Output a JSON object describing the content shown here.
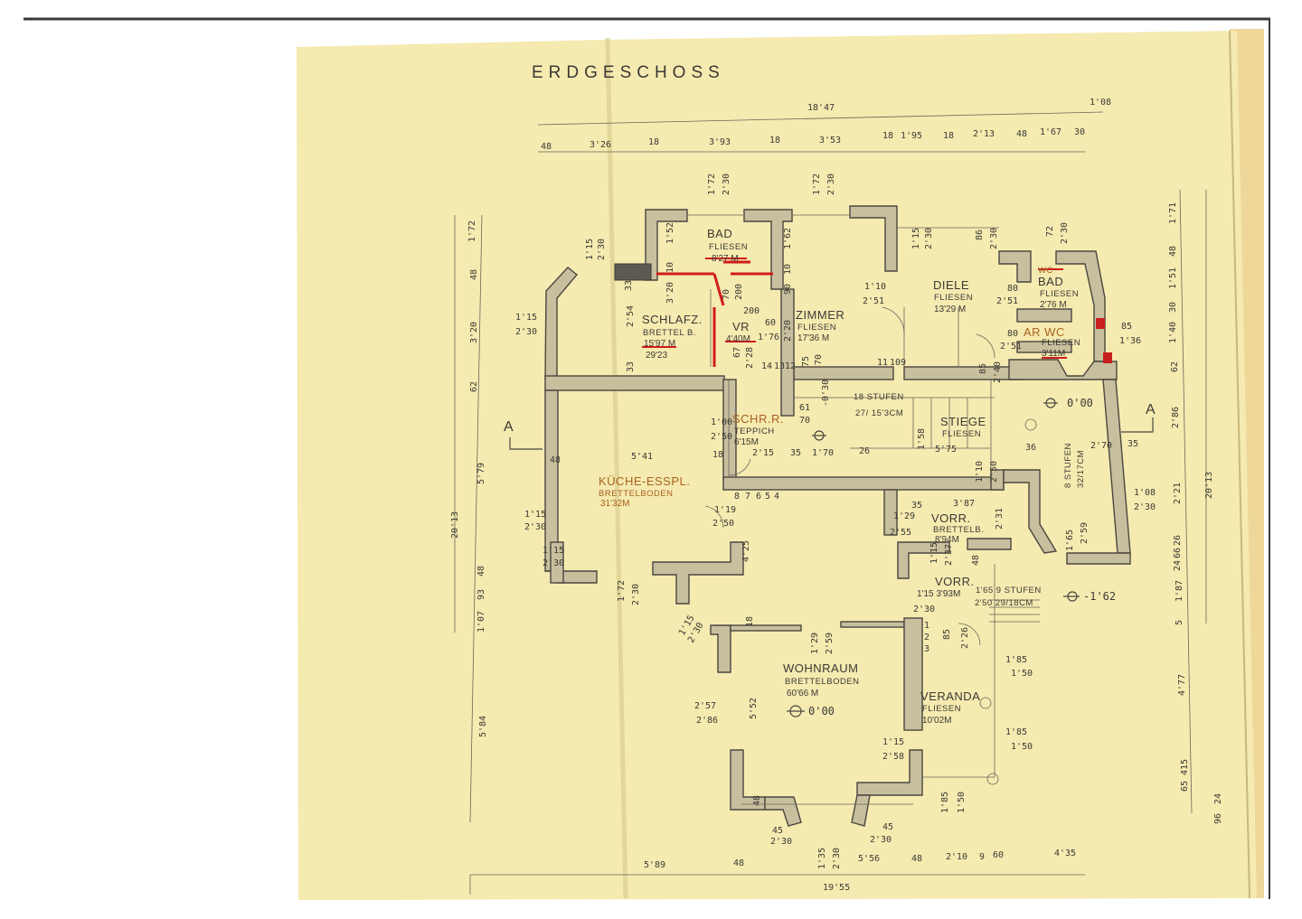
{
  "colors": {
    "paper": "#f5eab0",
    "wall_fill": "#c8bf9e",
    "ink": "#3b3a35",
    "marker": "#d01c1c"
  },
  "plan": {
    "title": "ERDGESCHOSS",
    "section_label_left": "A",
    "section_label_right": "A",
    "rooms": {
      "bad_top": {
        "name": "BAD",
        "finish": "FLIESEN",
        "area": "8'27 M"
      },
      "schlafz": {
        "name": "SCHLAFZ.",
        "finish": "BRETTEL B.",
        "area": "15'97 M",
        "area2": "29'23"
      },
      "vr": {
        "name": "VR",
        "area": "4'40M"
      },
      "zimmer": {
        "name": "ZIMMER",
        "finish": "FLIESEN",
        "area": "17'36 M"
      },
      "diele": {
        "name": "DIELE",
        "finish": "FLIESEN",
        "area": "13'29 M"
      },
      "wc": {
        "name": "WC"
      },
      "bad_right": {
        "name": "BAD",
        "finish": "FLIESEN",
        "area": "2'76 M"
      },
      "ar_wc": {
        "name": "AR WC",
        "finish": "FLIESEN",
        "area": "3'11M"
      },
      "schr_r": {
        "name": "SCHR.R.",
        "finish": "TEPPICH",
        "area": "6'15M"
      },
      "stiege": {
        "name": "STIEGE",
        "finish": "FLIESEN",
        "extra": "18 STUFEN",
        "extra2": "27/ 15'3CM"
      },
      "kueche": {
        "name": "KÜCHE-ESSPL.",
        "finish": "BRETTELBODEN",
        "area": "31'32M"
      },
      "vorr_1": {
        "name": "VORR.",
        "finish": "BRETTELB.",
        "area": "8'94M"
      },
      "vorr_2": {
        "name": "VORR.",
        "area": "1'15 3'93M",
        "extra": "1'65 9 STUFEN",
        "extra2": "2'50 29/18CM"
      },
      "wohnraum": {
        "name": "WOHNRAUM",
        "finish": "BRETTELBODEN",
        "area": "60'66 M"
      },
      "veranda": {
        "name": "VERANDA",
        "finish": "FLIESEN",
        "area": "10'02M"
      },
      "stufen_right": {
        "name": "8 STUFEN",
        "extra": "32/17CM"
      }
    },
    "levels": {
      "zimmer": "-0'30",
      "diele": "0'00",
      "entrance": "-1'62",
      "wohnraum": "0'00"
    },
    "top_dims": [
      "48",
      "3'26",
      "18",
      "3'93",
      "18",
      "3'53",
      "18",
      "1'95",
      "18",
      "2'13",
      "48",
      "1'67",
      "30"
    ],
    "top_total": "18'47",
    "top_right": "1'08",
    "bottom_dims": [
      "5'89",
      "48",
      "5'56",
      "48",
      "2'10",
      "9",
      "60",
      "4'35"
    ],
    "bottom_total": "19'55",
    "left_dims": [
      "1'72",
      "48",
      "3'20",
      "62",
      "5'79",
      "48",
      "93",
      "1'07",
      "5'84"
    ],
    "left_total": "20'13",
    "right_dims": [
      "1'71",
      "48",
      "1'51",
      "30",
      "1'40",
      "62",
      "2'86",
      "2'21",
      "26",
      "66",
      "24",
      "1'87",
      "5",
      "4'77",
      "65",
      "41",
      "5",
      "96",
      "24"
    ],
    "right_total": "20'13",
    "misc_dims": {
      "d1": "1'15",
      "d2": "2'30",
      "d3": "1'52",
      "d4": "10",
      "d5": "3'20",
      "d6": "33",
      "d7": "2'54",
      "d8": "33",
      "d9": "1'15",
      "d10": "2'30",
      "d11": "1'72",
      "d12": "2'30",
      "d13": "1'72",
      "d14": "2'30",
      "d15": "1'62",
      "d16": "10",
      "d17": "90",
      "d18": "70",
      "d19": "200",
      "d20": "200",
      "d21": "60",
      "d22": "1'76",
      "d23": "2'20",
      "d24": "67",
      "d25": "2'28",
      "d26": "75",
      "d27": "70",
      "d28": "1'10",
      "d29": "2'51",
      "d30": "1'15",
      "d31": "2'30",
      "d32": "86",
      "d33": "2'30",
      "d34": "72",
      "d35": "2'30",
      "d36": "80",
      "d37": "2'51",
      "d38": "80",
      "d39": "2'51",
      "d40": "85",
      "d41": "1'36",
      "d42": "85",
      "d43": "2'40",
      "d44": "1'00",
      "d45": "2'50",
      "d46": "5'41",
      "d47": "48",
      "d48": "2'15",
      "d49": "18",
      "d50": "35",
      "d51": "1'70",
      "d52": "26",
      "d53": "1'58",
      "d54": "5'75",
      "d55": "36",
      "d56": "2'70",
      "d57": "35",
      "d58": "1'08",
      "d59": "2'30",
      "d60": "1'10",
      "d61": "2'50",
      "d62": "35",
      "d63": "3'87",
      "d64": "1'29",
      "d65": "2'55",
      "d66": "2'31",
      "d67": "1'15",
      "d68": "2'37",
      "d69": "48",
      "d70": "1'65",
      "d71": "2'59",
      "d72": "1'19",
      "d73": "2'50",
      "d74": "4'25",
      "d75": "1'15",
      "d76": "2'30",
      "d77": "1'72",
      "d78": "2'30",
      "d79": "1'15",
      "d80": "2'30",
      "d81": "18",
      "d82": "1'29",
      "d83": "2'59",
      "d84": "85",
      "d85": "2'26",
      "d86": "2'30",
      "d87": "1'85",
      "d88": "1'50",
      "d89": "2'57",
      "d90": "2'86",
      "d91": "5'52",
      "d92": "1'85",
      "d93": "1'50",
      "d94": "1'15",
      "d95": "2'58",
      "d96": "48",
      "d97": "45",
      "d98": "2'30",
      "d99": "45",
      "d100": "2'30",
      "d101": "1'35",
      "d102": "2'30",
      "d103": "1'85",
      "d104": "1'50",
      "d105": "61",
      "d106": "70",
      "d107": "14",
      "d108": "13",
      "d109": "12",
      "d110": "11",
      "d111": "10",
      "d112": "9",
      "d113": "8",
      "d114": "7",
      "d115": "6",
      "d116": "5",
      "d117": "4",
      "d118": "1",
      "d119": "2",
      "d120": "3",
      "d121": "1'15",
      "d122": "2'30"
    }
  }
}
